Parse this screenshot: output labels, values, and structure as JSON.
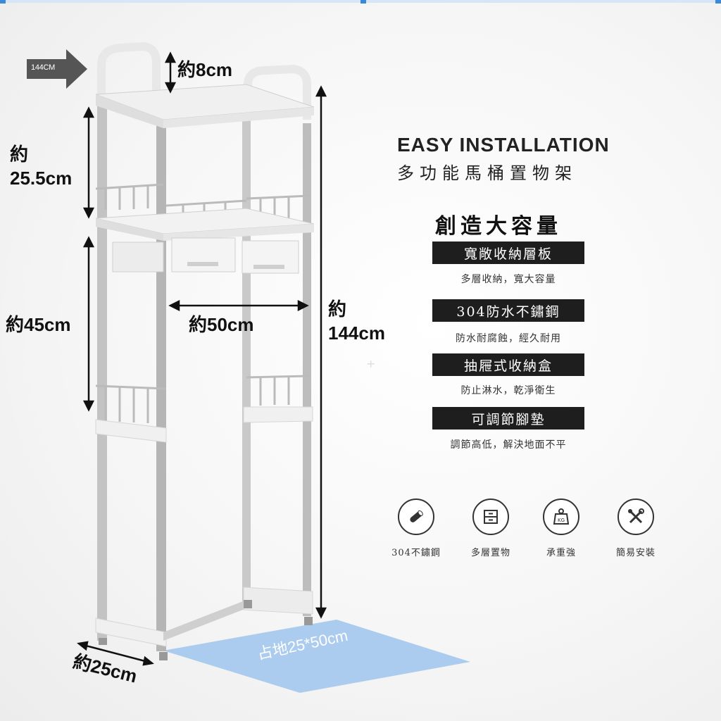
{
  "tag": {
    "text": "144CM"
  },
  "dimensions": {
    "handle": "約8cm",
    "top_shelf_label_1": "約",
    "top_shelf_label_2": "25.5cm",
    "lower": "約45cm",
    "width": "約50cm",
    "height_1": "約",
    "height_2": "144cm",
    "depth": "約25cm"
  },
  "header": {
    "title_en": "EASY INSTALLATION",
    "title_zh": "多功能馬桶置物架",
    "feature_heading": "創造大容量"
  },
  "features": [
    {
      "label": "寬敞收納層板",
      "desc": "多層收納，寬大容量"
    },
    {
      "label": "304防水不鏽鋼",
      "desc": "防水耐腐蝕，經久耐用"
    },
    {
      "label": "抽屜式收納盒",
      "desc": "防止淋水，乾淨衛生"
    },
    {
      "label": "可調節腳墊",
      "desc": "調節高低，解決地面不平"
    }
  ],
  "icons": [
    {
      "name": "steel-tube-icon",
      "label": "304不鏽鋼"
    },
    {
      "name": "layers-icon",
      "label": "多層置物"
    },
    {
      "name": "weight-icon",
      "label": "承重強",
      "glyph": "KG"
    },
    {
      "name": "tools-icon",
      "label": "簡易安裝"
    }
  ],
  "floor": {
    "label": "占地25*50cm"
  },
  "colors": {
    "accent_blue": "#3b8ad6",
    "floor_blue": "#9ec4ec",
    "dark_box": "#1e1e1e"
  }
}
